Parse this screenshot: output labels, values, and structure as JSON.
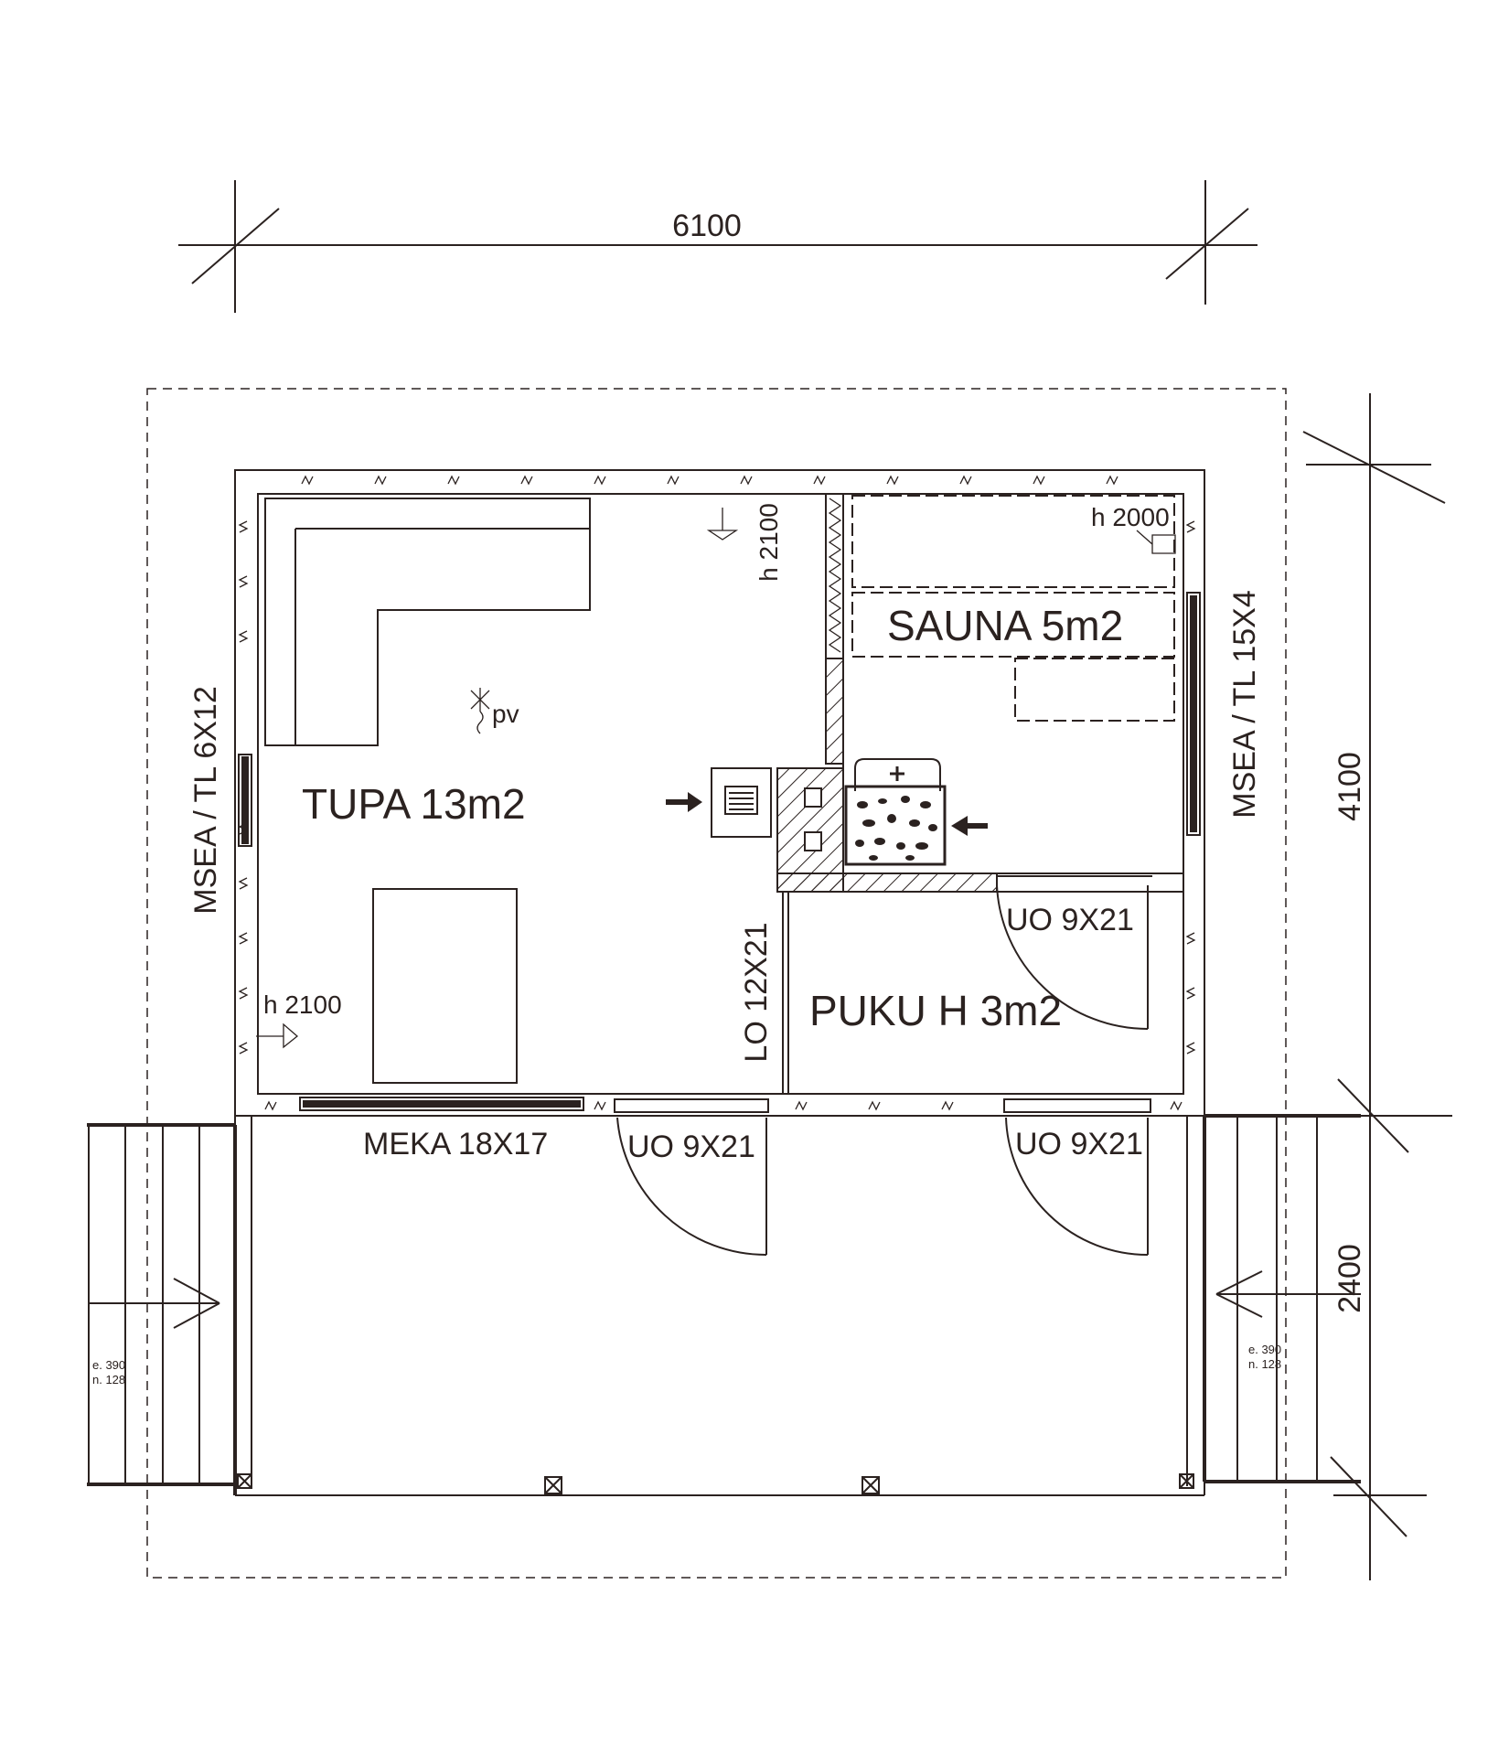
{
  "dimensions": {
    "width": "6100",
    "depth": "4100",
    "terrace": "2400"
  },
  "rooms": {
    "tupa": "TUPA 13m2",
    "sauna": "SAUNA 5m2",
    "puku": "PUKU H 3m2"
  },
  "windows": {
    "left": "MSEA / TL 6X12",
    "right": "MSEA / TL 15X4",
    "front": "MEKA 18X17"
  },
  "doors": {
    "puku": "UO 9X21",
    "front_left": "UO 9X21",
    "front_right": "UO 9X21",
    "interior": "LO 12X21"
  },
  "heights": {
    "tupa_top": "h 2100",
    "tupa_bottom": "h 2100",
    "sauna": "h 2000"
  },
  "markers": {
    "pv": "pv"
  },
  "stairs": {
    "left_line1": "e. 390",
    "left_line2": "n. 128",
    "right_line1": "e. 390",
    "right_line2": "n. 128"
  },
  "colors": {
    "ink": "#2b2220",
    "background": "#ffffff",
    "stone": "#2b2220"
  },
  "icons": [
    "stove-icon",
    "sauna-heater-icon",
    "arrow-icon",
    "post-icon",
    "insulation-pattern"
  ]
}
